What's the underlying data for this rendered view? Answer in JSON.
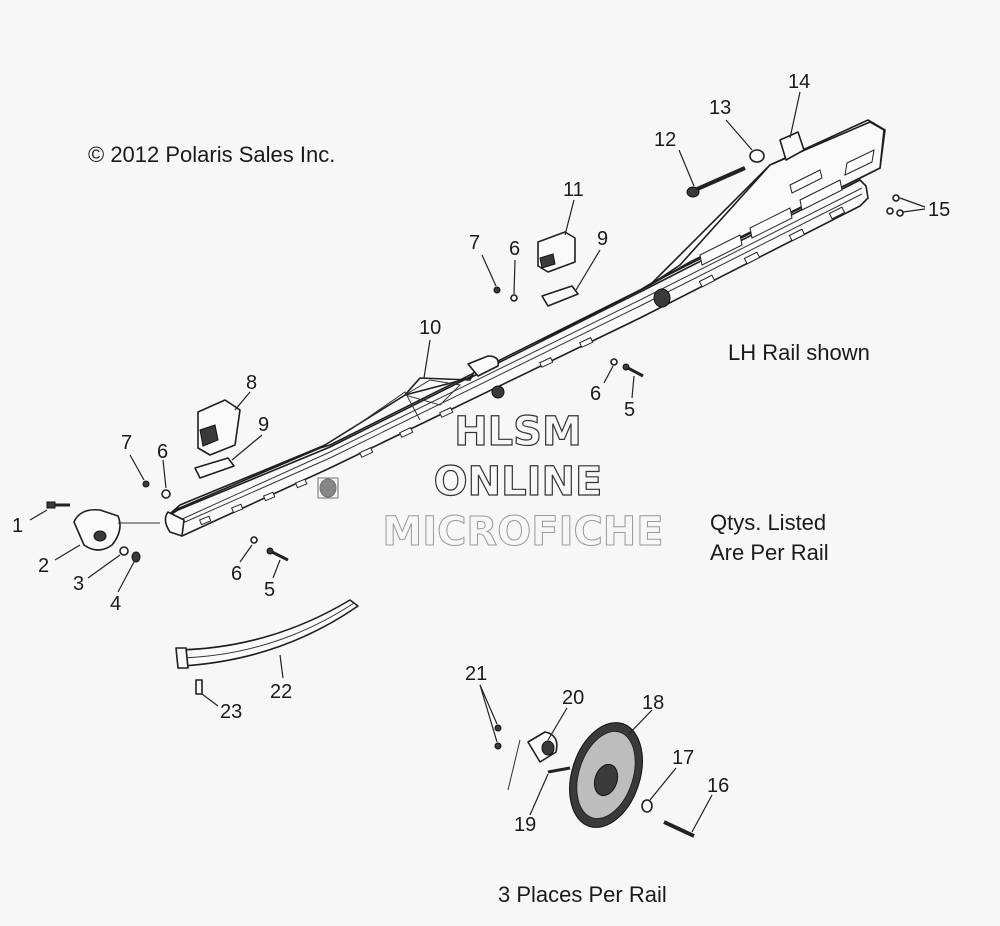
{
  "copyright": "© 2012 Polaris Sales Inc.",
  "notes": {
    "rail_shown": "LH Rail shown",
    "qty_line1": "Qtys. Listed",
    "qty_line2": "Are Per Rail",
    "places": "3 Places Per Rail"
  },
  "watermark": {
    "line1": "HLSM",
    "line2": "ONLINE",
    "line3": "MICROFICHE"
  },
  "callouts": [
    {
      "id": "c1",
      "label": "1"
    },
    {
      "id": "c2",
      "label": "2"
    },
    {
      "id": "c3",
      "label": "3"
    },
    {
      "id": "c4",
      "label": "4"
    },
    {
      "id": "c5a",
      "label": "5"
    },
    {
      "id": "c5b",
      "label": "5"
    },
    {
      "id": "c6a",
      "label": "6"
    },
    {
      "id": "c6b",
      "label": "6"
    },
    {
      "id": "c6c",
      "label": "6"
    },
    {
      "id": "c6d",
      "label": "6"
    },
    {
      "id": "c7a",
      "label": "7"
    },
    {
      "id": "c7b",
      "label": "7"
    },
    {
      "id": "c8",
      "label": "8"
    },
    {
      "id": "c9a",
      "label": "9"
    },
    {
      "id": "c9b",
      "label": "9"
    },
    {
      "id": "c10",
      "label": "10"
    },
    {
      "id": "c11",
      "label": "11"
    },
    {
      "id": "c12",
      "label": "12"
    },
    {
      "id": "c13",
      "label": "13"
    },
    {
      "id": "c14",
      "label": "14"
    },
    {
      "id": "c15",
      "label": "15"
    },
    {
      "id": "c16",
      "label": "16"
    },
    {
      "id": "c17",
      "label": "17"
    },
    {
      "id": "c18",
      "label": "18"
    },
    {
      "id": "c19",
      "label": "19"
    },
    {
      "id": "c20",
      "label": "20"
    },
    {
      "id": "c21",
      "label": "21"
    },
    {
      "id": "c22",
      "label": "22"
    },
    {
      "id": "c23",
      "label": "23"
    }
  ]
}
